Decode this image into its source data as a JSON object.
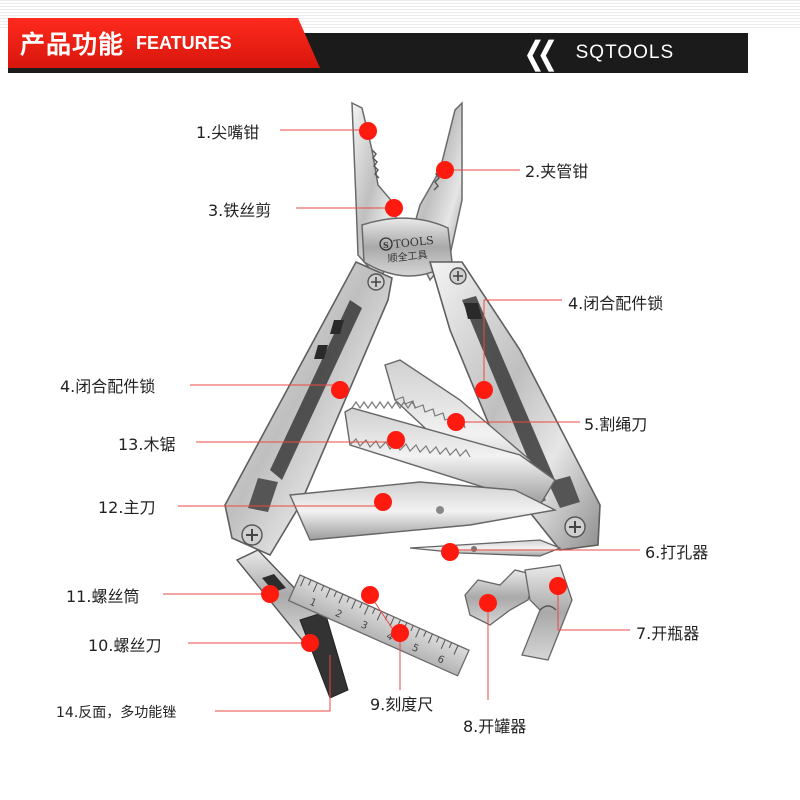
{
  "header": {
    "title_cn": "产品功能",
    "title_en": "FEATURES",
    "brand": "SQTOOLS"
  },
  "logo": {
    "brand_text": "TOOLS",
    "brand_cn": "顺全工具"
  },
  "colors": {
    "accent": "#e8190d",
    "header_bar": "#1b1b1b",
    "marker": "#ff1a10",
    "leader_line": "#e84a44"
  },
  "labels": [
    {
      "id": "1",
      "text": "1.尖嘴钳"
    },
    {
      "id": "2",
      "text": "2.夹管钳"
    },
    {
      "id": "3",
      "text": "3.铁丝剪"
    },
    {
      "id": "4r",
      "text": "4.闭合配件锁"
    },
    {
      "id": "4l",
      "text": "4.闭合配件锁"
    },
    {
      "id": "5",
      "text": "5.割绳刀"
    },
    {
      "id": "13",
      "text": "13.木锯"
    },
    {
      "id": "12",
      "text": "12.主刀"
    },
    {
      "id": "6",
      "text": "6.打孔器"
    },
    {
      "id": "11",
      "text": "11.螺丝筒"
    },
    {
      "id": "7",
      "text": "7.开瓶器"
    },
    {
      "id": "10",
      "text": "10.螺丝刀"
    },
    {
      "id": "9",
      "text": "9.刻度尺"
    },
    {
      "id": "14",
      "text": "14.反面，多功能锉"
    },
    {
      "id": "8",
      "text": "8.开罐器"
    }
  ],
  "ruler": {
    "marks": [
      "1",
      "2",
      "3",
      "4",
      "5",
      "6"
    ]
  }
}
